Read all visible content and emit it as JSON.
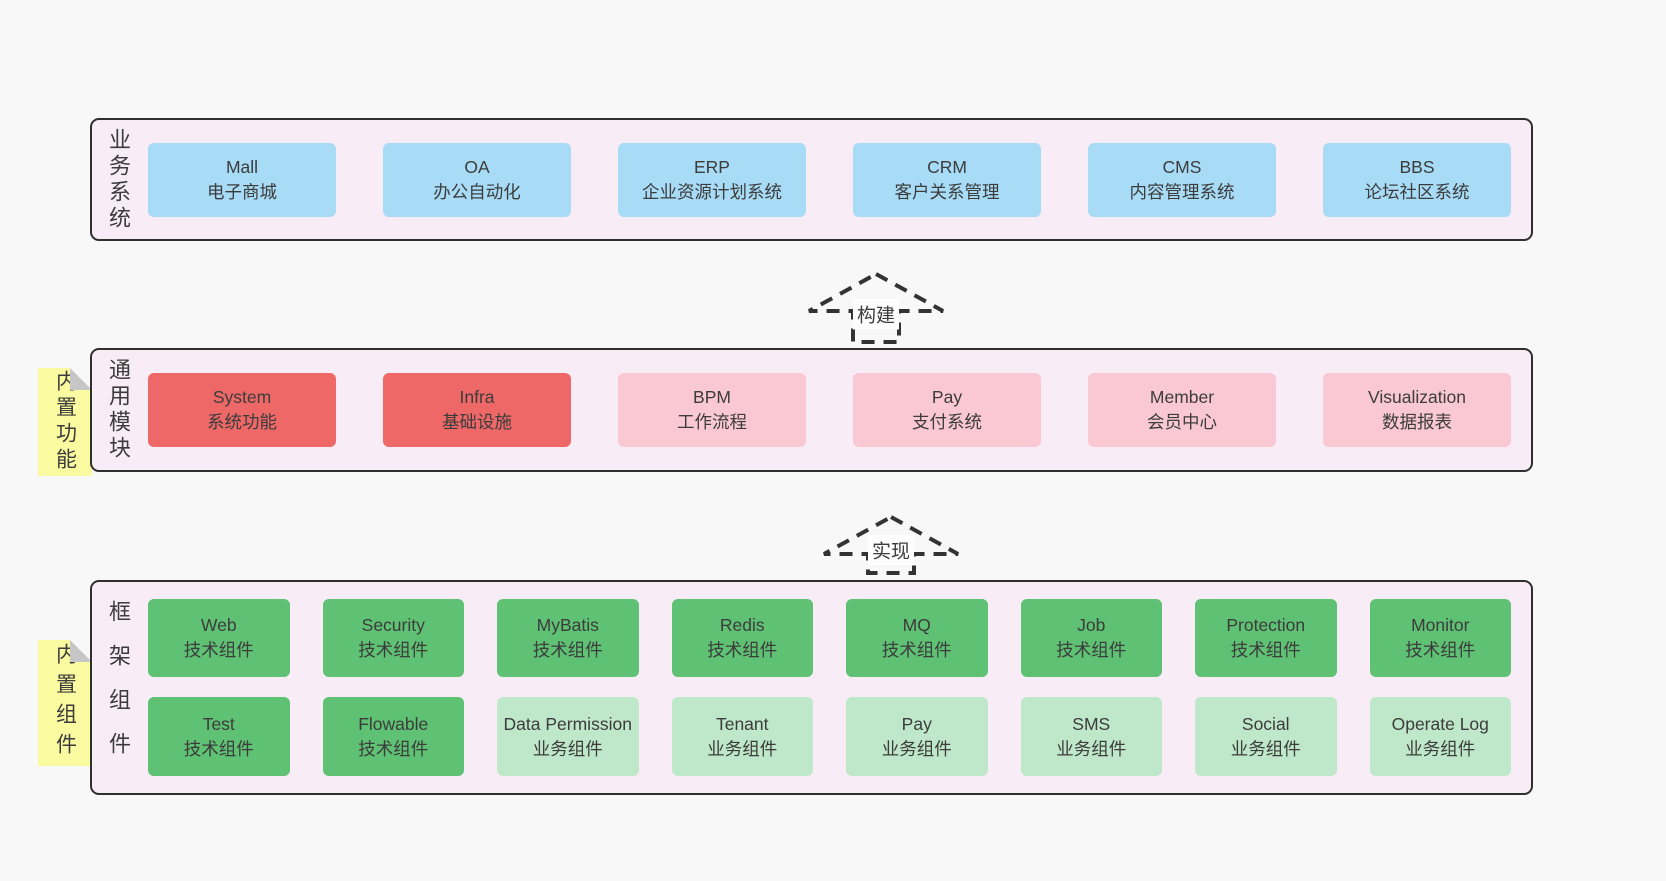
{
  "layers": {
    "business": {
      "side_label": "业务系统",
      "items": [
        {
          "name": "Mall",
          "desc": "电子商城"
        },
        {
          "name": "OA",
          "desc": "办公自动化"
        },
        {
          "name": "ERP",
          "desc": "企业资源计划系统"
        },
        {
          "name": "CRM",
          "desc": "客户关系管理"
        },
        {
          "name": "CMS",
          "desc": "内容管理系统"
        },
        {
          "name": "BBS",
          "desc": "论坛社区系统"
        }
      ]
    },
    "common": {
      "side_label": "通用模块",
      "sticky": "内置功能",
      "items": [
        {
          "name": "System",
          "desc": "系统功能"
        },
        {
          "name": "Infra",
          "desc": "基础设施"
        },
        {
          "name": "BPM",
          "desc": "工作流程"
        },
        {
          "name": "Pay",
          "desc": "支付系统"
        },
        {
          "name": "Member",
          "desc": "会员中心"
        },
        {
          "name": "Visualization",
          "desc": "数据报表"
        }
      ]
    },
    "framework": {
      "side_label": "框架组件",
      "sticky": "内置组件",
      "row1": [
        {
          "name": "Web",
          "desc": "技术组件"
        },
        {
          "name": "Security",
          "desc": "技术组件"
        },
        {
          "name": "MyBatis",
          "desc": "技术组件"
        },
        {
          "name": "Redis",
          "desc": "技术组件"
        },
        {
          "name": "MQ",
          "desc": "技术组件"
        },
        {
          "name": "Job",
          "desc": "技术组件"
        },
        {
          "name": "Protection",
          "desc": "技术组件"
        },
        {
          "name": "Monitor",
          "desc": "技术组件"
        }
      ],
      "row2": [
        {
          "name": "Test",
          "desc": "技术组件"
        },
        {
          "name": "Flowable",
          "desc": "技术组件"
        },
        {
          "name": "Data Permission",
          "desc": "业务组件"
        },
        {
          "name": "Tenant",
          "desc": "业务组件"
        },
        {
          "name": "Pay",
          "desc": "业务组件"
        },
        {
          "name": "SMS",
          "desc": "业务组件"
        },
        {
          "name": "Social",
          "desc": "业务组件"
        },
        {
          "name": "Operate Log",
          "desc": "业务组件"
        }
      ]
    }
  },
  "arrows": {
    "build": "构建",
    "implement": "实现"
  },
  "colors": {
    "page_bg": "#f8f8f8",
    "panel_bg": "#f8edf6",
    "panel_border": "#2f2f2f",
    "blue_box": "#a7dbf6",
    "red_box": "#ee6868",
    "pink_box": "#f9c8d2",
    "green_dark_box": "#5ec173",
    "green_light_box": "#bfe7c9",
    "sticky_yellow": "#fafaa0",
    "sticky_fold": "#c6c6c6",
    "text": "#3c3c3c"
  }
}
